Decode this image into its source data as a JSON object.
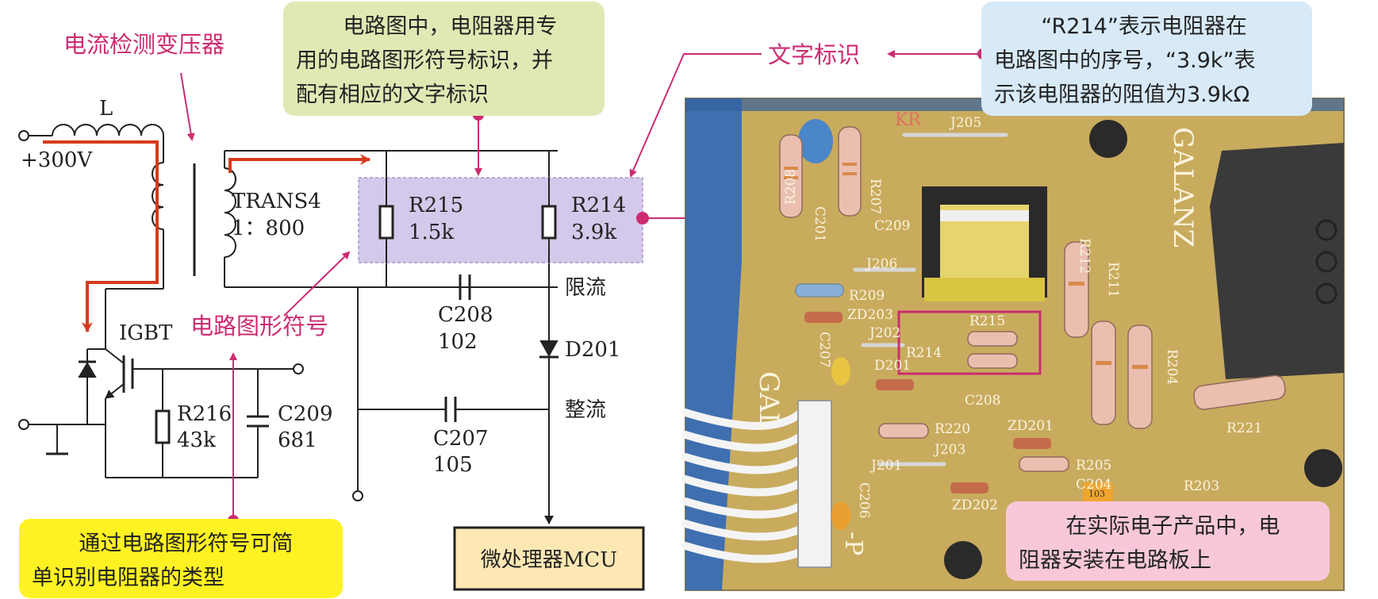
{
  "colors": {
    "pink": "#cc2c72",
    "red_current": "#d63a1c",
    "green_note": "#dfe9b4",
    "blue_note": "#d8eaf8",
    "yellow_note": "#fff222",
    "pink_note": "#f8c8da",
    "purple_highlight": "#cdc0e6",
    "mcu_box": "#fde8b4",
    "pcb_board": "#c9ab5e"
  },
  "labels": {
    "current_transformer": "电流检测变压器",
    "text_label": "文字标识",
    "symbol": "电路图形符号"
  },
  "notes": {
    "symbol_desc": [
      "电路图中，电阻器用专",
      "用的电路图形符号标识，并",
      "配有相应的文字标识"
    ],
    "label_desc": [
      "“R214”表示电阻器在",
      "电路图中的序号，“3.9k”表",
      "示该电阻器的阻值为3.9kΩ"
    ],
    "type_desc": [
      "通过电路图形符号可简",
      "单识别电阻器的类型"
    ],
    "pcb_desc": [
      "在实际电子产品中，电",
      "阻器安装在电路板上"
    ]
  },
  "circuit": {
    "inductor": "L",
    "supply": "+300V",
    "transformer_name": "TRANS4",
    "transformer_ratio": "1：800",
    "igbt": "IGBT",
    "r215_id": "R215",
    "r215_value": "1.5k",
    "r214_id": "R214",
    "r214_value": "3.9k",
    "r216_id": "R216",
    "r216_value": "43k",
    "c209_id": "C209",
    "c209_value": "681",
    "c208_id": "C208",
    "c208_value": "102",
    "c207_id": "C207",
    "c207_value": "105",
    "d201": "D201",
    "limit": "限流",
    "rectify": "整流",
    "mcu": "微处理器MCU"
  },
  "pcb": {
    "silk": [
      "J205",
      "R208",
      "R207",
      "C201",
      "C209",
      "J206",
      "R209",
      "ZD203",
      "J202",
      "R215",
      "R214",
      "D201",
      "C207",
      "C208",
      "R212",
      "R211",
      "R204",
      "R220",
      "J203",
      "ZD201",
      "J201",
      "R205",
      "C204",
      "C206",
      "ZD202",
      "R203",
      "R221",
      "GALANZ",
      "GAL",
      "KR",
      "-P",
      "103"
    ]
  }
}
